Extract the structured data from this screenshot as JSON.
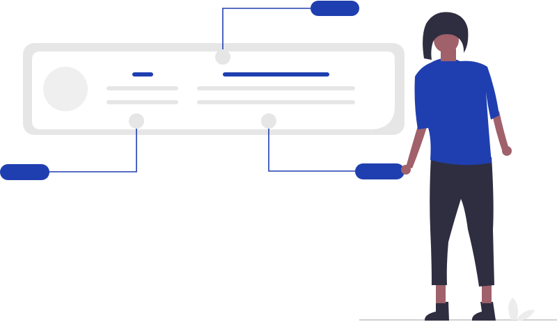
{
  "illustration": {
    "accent_color": "#1f3fb0",
    "card_color": "#e6e6e6",
    "placeholder_color": "#e6e6e6",
    "connector_color": "#1f3fb0",
    "figure_colors": {
      "hair": "#2f2e41",
      "skin": "#a0616a",
      "shirt": "#1f3fb0",
      "pants": "#2f2e41",
      "shoes": "#2f2e41"
    },
    "icons": [
      "card-wireframe",
      "avatar-placeholder",
      "callout-pill",
      "person-figure",
      "plant"
    ]
  }
}
